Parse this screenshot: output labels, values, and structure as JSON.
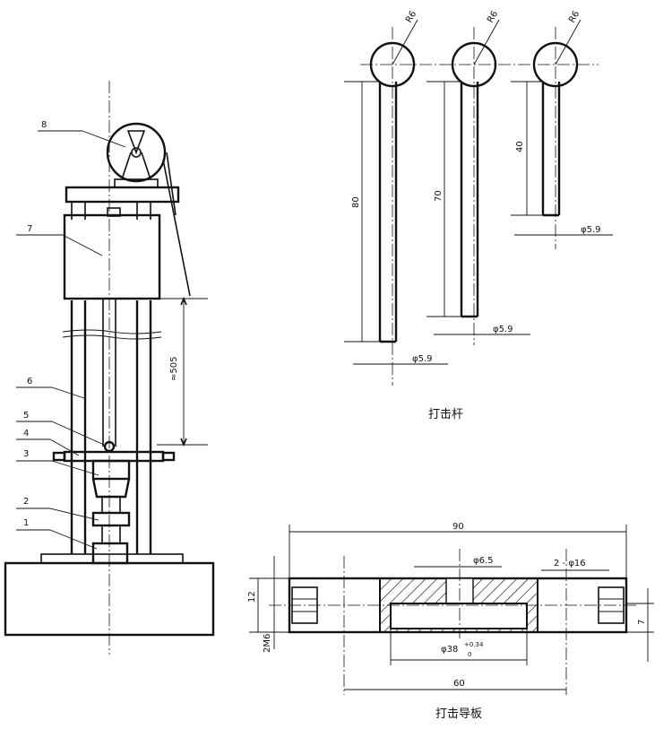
{
  "apparatus": {
    "callouts": [
      "1",
      "2",
      "3",
      "4",
      "5",
      "6",
      "7",
      "8"
    ],
    "height_dim": "≈505"
  },
  "striker_rods": {
    "caption": "打击杆",
    "rods": [
      {
        "radius": "R6",
        "length": "80",
        "diameter": "φ5.9"
      },
      {
        "radius": "R6",
        "length": "70",
        "diameter": "φ5.9"
      },
      {
        "radius": "R6",
        "length": "40",
        "diameter": "φ5.9"
      }
    ]
  },
  "guide_plate": {
    "caption": "打击导板",
    "overall_length": "90",
    "hole_diameter": "φ6.5",
    "side_holes": "2 - φ16",
    "thickness": "12",
    "thread": "2M6",
    "recess_depth": "7",
    "recess_diameter": "φ38",
    "tol_upper": "+0.34",
    "tol_lower": "0",
    "hole_spacing": "60"
  }
}
